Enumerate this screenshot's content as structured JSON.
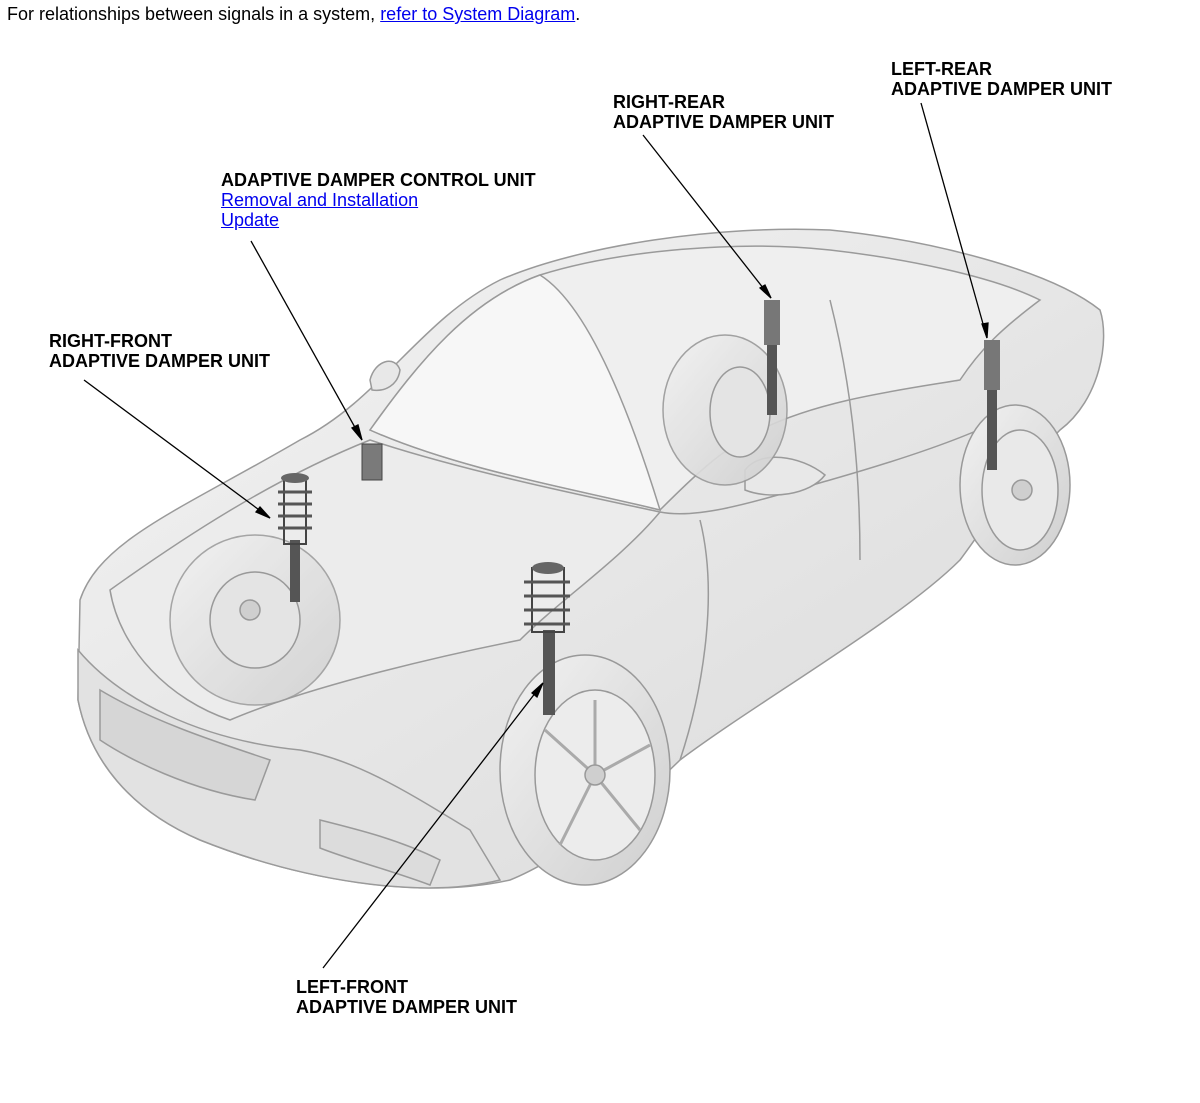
{
  "intro": {
    "text": "For relationships between signals in a system, ",
    "link": "refer to System Diagram",
    "suffix": "."
  },
  "labels": {
    "control_unit": {
      "title": "ADAPTIVE DAMPER CONTROL UNIT",
      "link_removal": "Removal and Installation",
      "link_update": "Update"
    },
    "right_front": {
      "line1": "RIGHT-FRONT",
      "line2": "ADAPTIVE DAMPER UNIT"
    },
    "right_rear": {
      "line1": "RIGHT-REAR",
      "line2": "ADAPTIVE DAMPER UNIT"
    },
    "left_rear": {
      "line1": "LEFT-REAR",
      "line2": "ADAPTIVE DAMPER UNIT"
    },
    "left_front": {
      "line1": "LEFT-FRONT",
      "line2": "ADAPTIVE DAMPER UNIT"
    }
  },
  "colors": {
    "link": "#0000ee",
    "car_body": "#e6e6e6",
    "damper": "#5a5a5a"
  }
}
